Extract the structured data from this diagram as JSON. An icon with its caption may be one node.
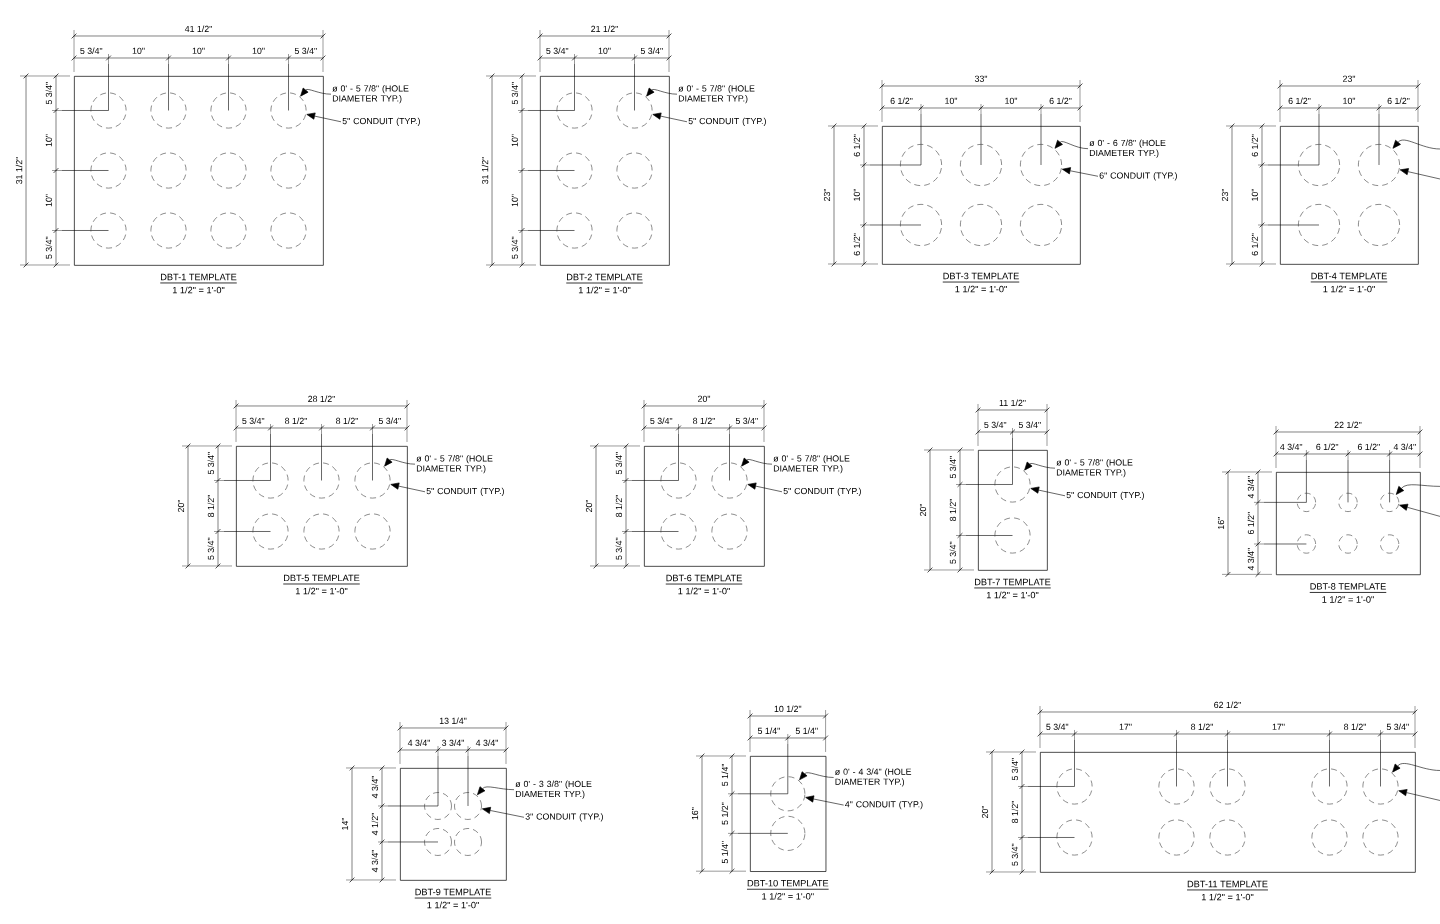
{
  "diagram": {
    "nodes": [
      {
        "text": [],
        "shape": "box",
        "beside": [
          "DBT-1 TEMPLATE",
          "1 1/2\" = 1'-0\""
        ]
      },
      {
        "text": [],
        "shape": "circle",
        "in": 0
      },
      {
        "text": [],
        "shape": "circle",
        "in": 0
      },
      {
        "text": [],
        "shape": "circle",
        "in": 0
      },
      {
        "text": [],
        "shape": "circle",
        "in": 0
      },
      {
        "text": [],
        "shape": "circle",
        "in": 0
      },
      {
        "text": [],
        "shape": "circle",
        "in": 0
      },
      {
        "text": [],
        "shape": "circle",
        "in": 0
      },
      {
        "text": [],
        "shape": "circle",
        "in": 0
      },
      {
        "text": [],
        "shape": "circle",
        "in": 0
      },
      {
        "text": [],
        "shape": "circle",
        "in": 0
      },
      {
        "text": [],
        "shape": "circle",
        "in": 0
      },
      {
        "text": [],
        "shape": "circle",
        "in": 0
      },
      {
        "text": [
          "ø 0' - 5 7/8\" (HOLE DIAMETER TYP.)"
        ]
      },
      {
        "text": [
          "5\" CONDUIT (TYP.)"
        ]
      },
      {
        "text": [],
        "shape": "box",
        "beside": [
          "DBT-2 TEMPLATE",
          "1 1/2\" = 1'-0\""
        ]
      },
      {
        "text": [],
        "shape": "circle",
        "in": 15
      },
      {
        "text": [],
        "shape": "circle",
        "in": 15
      },
      {
        "text": [],
        "shape": "circle",
        "in": 15
      },
      {
        "text": [],
        "shape": "circle",
        "in": 15
      },
      {
        "text": [],
        "shape": "circle",
        "in": 15
      },
      {
        "text": [],
        "shape": "circle",
        "in": 15
      },
      {
        "text": [
          "ø 0' - 5 7/8\" (HOLE DIAMETER TYP.)"
        ]
      },
      {
        "text": [
          "5\" CONDUIT (TYP.)"
        ]
      },
      {
        "text": [],
        "shape": "box",
        "beside": [
          "DBT-3 TEMPLATE",
          "1 1/2\" = 1'-0\""
        ]
      },
      {
        "text": [],
        "shape": "circle",
        "in": 24
      },
      {
        "text": [],
        "shape": "circle",
        "in": 24
      },
      {
        "text": [],
        "shape": "circle",
        "in": 24
      },
      {
        "text": [],
        "shape": "circle",
        "in": 24
      },
      {
        "text": [],
        "shape": "circle",
        "in": 24
      },
      {
        "text": [],
        "shape": "circle",
        "in": 24
      },
      {
        "text": [
          "ø 0' - 6 7/8\" (HOLE DIAMETER TYP.)"
        ]
      },
      {
        "text": [
          "6\" CONDUIT (TYP.)"
        ]
      },
      {
        "text": [],
        "shape": "box",
        "beside": [
          "DBT-4 TEMPLATE",
          "1 1/2\" = 1'-0\""
        ]
      },
      {
        "text": [],
        "shape": "circle",
        "in": 33
      },
      {
        "text": [],
        "shape": "circle",
        "in": 33
      },
      {
        "text": [],
        "shape": "circle",
        "in": 33
      },
      {
        "text": [],
        "shape": "circle",
        "in": 33
      },
      {
        "text": [],
        "shape": "box",
        "beside": [
          "DBT-5 TEMPLATE",
          "1 1/2\" = 1'-0\""
        ]
      },
      {
        "text": [],
        "shape": "circle",
        "in": 38
      },
      {
        "text": [],
        "shape": "circle",
        "in": 38
      },
      {
        "text": [],
        "shape": "circle",
        "in": 38
      },
      {
        "text": [],
        "shape": "circle",
        "in": 38
      },
      {
        "text": [],
        "shape": "circle",
        "in": 38
      },
      {
        "text": [],
        "shape": "circle",
        "in": 38
      },
      {
        "text": [
          "ø 0' - 5 7/8\" (HOLE DIAMETER TYP.)"
        ]
      },
      {
        "text": [
          "5\" CONDUIT (TYP.)"
        ]
      },
      {
        "text": [],
        "shape": "box",
        "beside": [
          "DBT-6 TEMPLATE",
          "1 1/2\" = 1'-0\""
        ]
      },
      {
        "text": [],
        "shape": "circle",
        "in": 47
      },
      {
        "text": [],
        "shape": "circle",
        "in": 47
      },
      {
        "text": [],
        "shape": "circle",
        "in": 47
      },
      {
        "text": [],
        "shape": "circle",
        "in": 47
      },
      {
        "text": [
          "ø 0' - 5 7/8\" (HOLE DIAMETER TYP.)"
        ]
      },
      {
        "text": [
          "5\" CONDUIT (TYP.)"
        ]
      },
      {
        "text": [],
        "shape": "box",
        "beside": [
          "DBT-7 TEMPLATE",
          "1 1/2\" = 1'-0\""
        ]
      },
      {
        "text": [],
        "shape": "circle",
        "in": 54
      },
      {
        "text": [],
        "shape": "circle",
        "in": 54
      },
      {
        "text": [
          "ø 0' - 5 7/8\" (HOLE DIAMETER TYP.)"
        ]
      },
      {
        "text": [
          "5\" CONDUIT (TYP.)"
        ]
      },
      {
        "text": [],
        "shape": "box",
        "beside": [
          "DBT-8 TEMPLATE",
          "1 1/2\" = 1'-0\""
        ]
      },
      {
        "text": [],
        "shape": "circle",
        "in": 59
      },
      {
        "text": [],
        "shape": "circle",
        "in": 59
      },
      {
        "text": [],
        "shape": "circle",
        "in": 59
      },
      {
        "text": [],
        "shape": "circle",
        "in": 59
      },
      {
        "text": [],
        "shape": "circle",
        "in": 59
      },
      {
        "text": [],
        "shape": "circle",
        "in": 59
      },
      {
        "text": [],
        "shape": "box",
        "beside": [
          "DBT-9 TEMPLATE",
          "1 1/2\" = 1'-0\""
        ]
      },
      {
        "text": [],
        "shape": "circle",
        "in": 66
      },
      {
        "text": [],
        "shape": "circle",
        "in": 66
      },
      {
        "text": [],
        "shape": "circle",
        "in": 66
      },
      {
        "text": [],
        "shape": "circle",
        "in": 66
      },
      {
        "text": [
          "ø 0' - 3 3/8\" (HOLE DIAMETER TYP.)"
        ]
      },
      {
        "text": [
          "3\" CONDUIT (TYP.)"
        ]
      },
      {
        "text": [],
        "shape": "box",
        "beside": [
          "DBT-10 TEMPLATE",
          "1 1/2\" = 1'-0\""
        ]
      },
      {
        "text": [],
        "shape": "circle",
        "in": 73
      },
      {
        "text": [],
        "shape": "circle",
        "in": 73
      },
      {
        "text": [
          "ø 0' - 4 3/4\" (HOLE DIAMETER TYP.)"
        ]
      },
      {
        "text": [
          "4\" CONDUIT (TYP.)"
        ]
      },
      {
        "text": [],
        "shape": "box",
        "beside": [
          "DBT-11 TEMPLATE",
          "1 1/2\" = 1'-0\""
        ]
      },
      {
        "text": [],
        "shape": "circle",
        "in": 78
      },
      {
        "text": [],
        "shape": "circle",
        "in": 78
      },
      {
        "text": [],
        "shape": "circle",
        "in": 78
      },
      {
        "text": [],
        "shape": "circle",
        "in": 78
      },
      {
        "text": [],
        "shape": "circle",
        "in": 78
      },
      {
        "text": [],
        "shape": "circle",
        "in": 78
      },
      {
        "text": [],
        "shape": "circle",
        "in": 78
      },
      {
        "text": [],
        "shape": "circle",
        "in": 78
      },
      {
        "text": [],
        "shape": "circle",
        "in": 78
      },
      {
        "text": [],
        "shape": "circle",
        "in": 78
      }
    ],
    "edges": [
      {
        "from": 13,
        "to": 4,
        "arrow": "to"
      },
      {
        "from": 14,
        "to": 4,
        "arrow": "to"
      },
      {
        "from": 22,
        "to": 17,
        "arrow": "to"
      },
      {
        "from": 23,
        "to": 17,
        "arrow": "to"
      },
      {
        "from": 31,
        "to": 27,
        "arrow": "to"
      },
      {
        "from": 32,
        "to": 27,
        "arrow": "to"
      },
      {
        "from": null,
        "to": 35,
        "arrow": "to"
      },
      {
        "from": null,
        "to": 35,
        "arrow": "to"
      },
      {
        "from": 45,
        "to": 41,
        "arrow": "to"
      },
      {
        "from": 46,
        "to": 41,
        "arrow": "to"
      },
      {
        "from": 52,
        "to": 49,
        "arrow": "to"
      },
      {
        "from": 53,
        "to": 49,
        "arrow": "to"
      },
      {
        "from": 57,
        "to": 55,
        "arrow": "to"
      },
      {
        "from": 58,
        "to": 55,
        "arrow": "to"
      },
      {
        "from": null,
        "to": 62,
        "arrow": "to"
      },
      {
        "from": null,
        "to": 62,
        "arrow": "to"
      },
      {
        "from": 71,
        "to": 68,
        "arrow": "to"
      },
      {
        "from": 72,
        "to": 68,
        "arrow": "to"
      },
      {
        "from": 76,
        "to": 74,
        "arrow": "to"
      },
      {
        "from": 77,
        "to": 74,
        "arrow": "to"
      },
      {
        "from": null,
        "to": 83,
        "arrow": "to"
      },
      {
        "from": null,
        "to": 83,
        "arrow": "to"
      }
    ],
    "labels": [
      "41 1/2\"",
      "5 3/4\"",
      "10\"",
      "10\"",
      "10\"",
      "5 3/4\"",
      "31 1/2\"",
      "5 3/4\"",
      "10\"",
      "10\"",
      "5 3/4\"",
      "21 1/2\"",
      "5 3/4\"",
      "10\"",
      "5 3/4\"",
      "31 1/2\"",
      "5 3/4\"",
      "10\"",
      "10\"",
      "5 3/4\"",
      "33\"",
      "6 1/2\"",
      "10\"",
      "10\"",
      "6 1/2\"",
      "23\"",
      "6 1/2\"",
      "10\"",
      "6 1/2\"",
      "23\"",
      "6 1/2\"",
      "10\"",
      "6 1/2\"",
      "23\"",
      "6 1/2\"",
      "10\"",
      "6 1/2\"",
      "28 1/2\"",
      "5 3/4\"",
      "8 1/2\"",
      "8 1/2\"",
      "5 3/4\"",
      "20\"",
      "5 3/4\"",
      "8 1/2\"",
      "5 3/4\"",
      "20\"",
      "5 3/4\"",
      "8 1/2\"",
      "5 3/4\"",
      "20\"",
      "5 3/4\"",
      "8 1/2\"",
      "5 3/4\"",
      "11 1/2\"",
      "5 3/4\"",
      "5 3/4\"",
      "20\"",
      "5 3/4\"",
      "8 1/2\"",
      "5 3/4\"",
      "22 1/2\"",
      "4 3/4\"",
      "6 1/2\"",
      "6 1/2\"",
      "4 3/4\"",
      "16\"",
      "4 3/4\"",
      "6 1/2\"",
      "4 3/4\"",
      "13 1/4\"",
      "4 3/4\"",
      "3 3/4\"",
      "4 3/4\"",
      "14\"",
      "4 3/4\"",
      "4 1/2\"",
      "4 3/4\"",
      "10 1/2\"",
      "5 1/4\"",
      "5 1/4\"",
      "16\"",
      "5 1/4\"",
      "5 1/2\"",
      "5 1/4\"",
      "62 1/2\"",
      "5 3/4\"",
      "17\"",
      "8 1/2\"",
      "17\"",
      "8 1/2\"",
      "5 3/4\"",
      "20\"",
      "5 3/4\"",
      "8 1/2\"",
      "5 3/4\""
    ]
  }
}
